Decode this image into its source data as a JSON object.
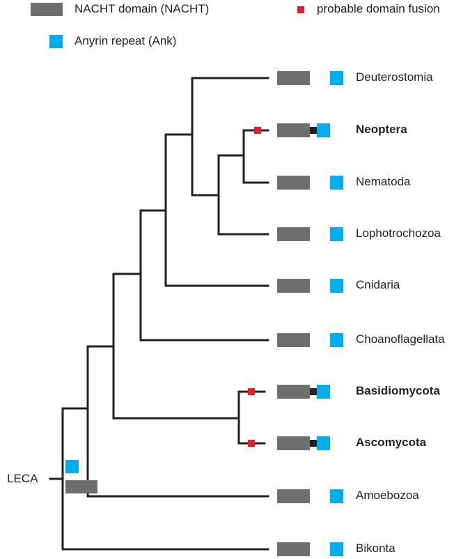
{
  "legend": {
    "nacht": "NACHT domain (NACHT)",
    "ank": "Anyrin repeat (Ank)",
    "fusion": "probable domain fusion"
  },
  "root_label": "LECA",
  "taxa": [
    {
      "name": "Deuterostomia",
      "bold": false,
      "fused": false
    },
    {
      "name": "Neoptera",
      "bold": true,
      "fused": true
    },
    {
      "name": "Nematoda",
      "bold": false,
      "fused": false
    },
    {
      "name": "Lophotrochozoa",
      "bold": false,
      "fused": false
    },
    {
      "name": "Cnidaria",
      "bold": false,
      "fused": false
    },
    {
      "name": "Choanoflagellata",
      "bold": false,
      "fused": false
    },
    {
      "name": "Basidiomycota",
      "bold": true,
      "fused": true
    },
    {
      "name": "Ascomycota",
      "bold": true,
      "fused": true
    },
    {
      "name": "Amoebozoa",
      "bold": false,
      "fused": false
    },
    {
      "name": "Bikonta",
      "bold": false,
      "fused": false
    }
  ],
  "colors": {
    "nacht": "#6d6e70",
    "ank": "#00aeef",
    "fusion": "#ed1c24",
    "line": "#231f20"
  }
}
